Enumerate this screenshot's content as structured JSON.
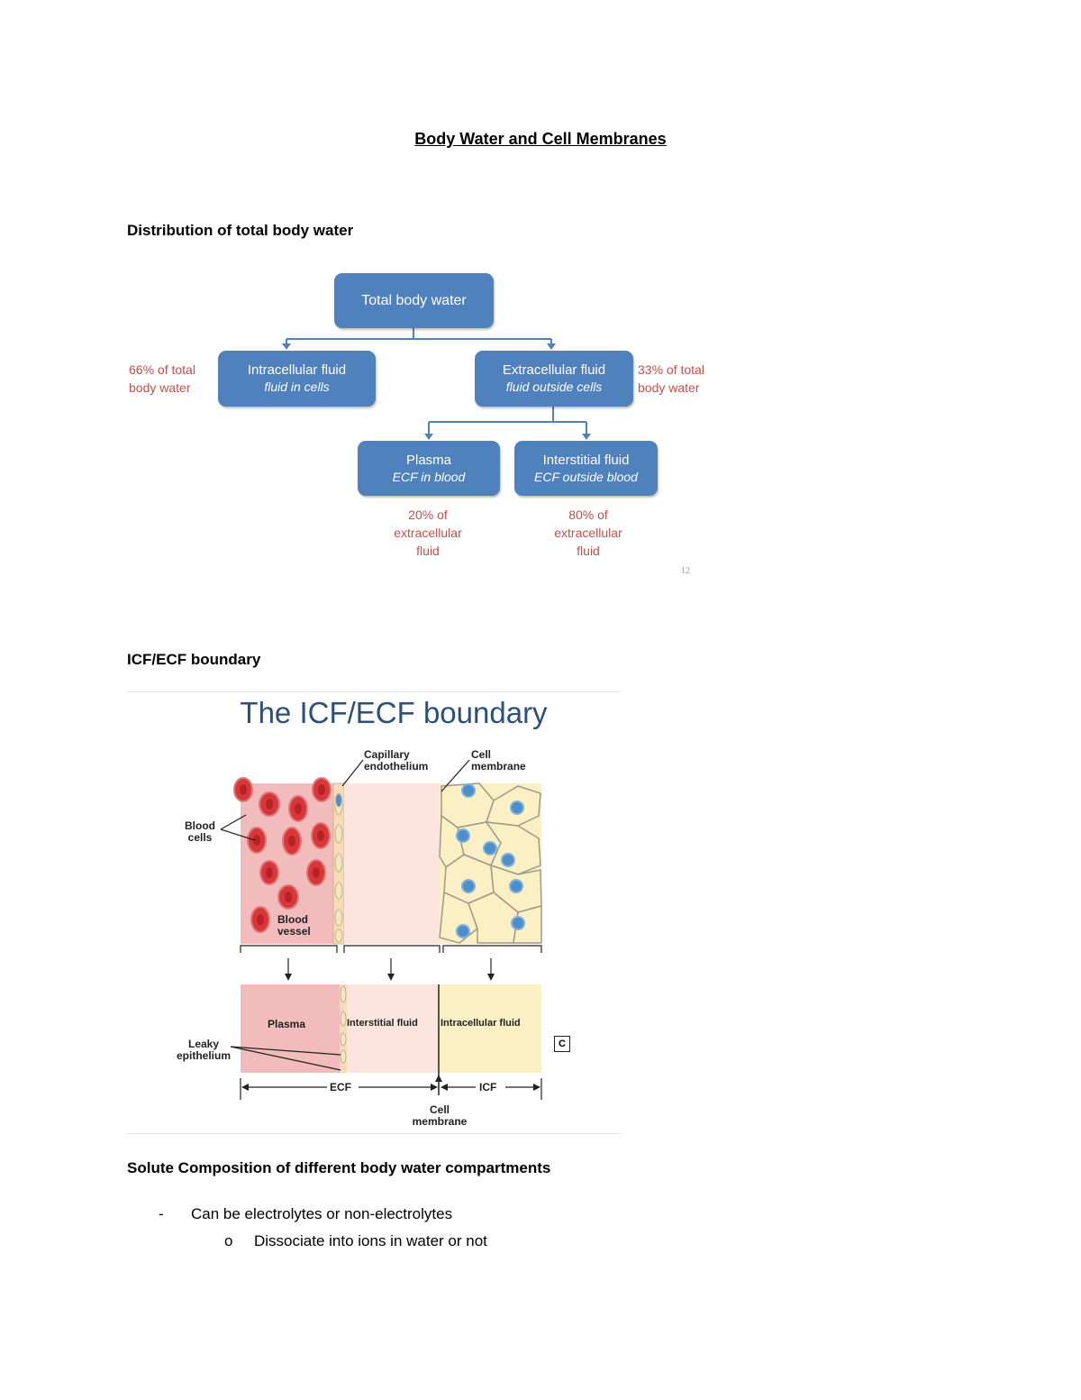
{
  "document": {
    "title": "Body Water and Cell Membranes",
    "sections": {
      "distribution": {
        "heading": "Distribution of total body water"
      },
      "boundary": {
        "heading": "ICF/ECF boundary"
      },
      "solute": {
        "heading": "Solute Composition of different body water compartments",
        "bullet_marker": "-",
        "bullet_text": "Can be electrolytes or non-electrolytes",
        "sub_bullet_marker": "o",
        "sub_bullet_text": "Dissociate into ions in water or not"
      }
    }
  },
  "flowchart": {
    "total": {
      "label": "Total body water"
    },
    "icf": {
      "label": "Intracellular fluid",
      "sub": "fluid in cells",
      "percent": [
        "66% of total",
        "body water"
      ]
    },
    "ecf": {
      "label": "Extracellular fluid",
      "sub": "fluid outside cells",
      "percent": [
        "33% of total",
        "body water"
      ]
    },
    "plasma": {
      "label": "Plasma",
      "sub": "ECF in blood",
      "percent": [
        "20% of",
        "extracellular",
        "fluid"
      ]
    },
    "interstitial": {
      "label": "Interstitial fluid",
      "sub": "ECF outside blood",
      "percent": [
        "80% of",
        "extracellular",
        "fluid"
      ]
    },
    "slide_number": "12",
    "colors": {
      "box": "#4f81bd",
      "percent_text": "#c0504d"
    }
  },
  "boundary_figure": {
    "title": "The ICF/ECF boundary",
    "labels": {
      "capillary_endothelium": [
        "Capillary",
        "endothelium"
      ],
      "cell_membrane_top": [
        "Cell",
        "membrane"
      ],
      "blood_cells": [
        "Blood",
        "cells"
      ],
      "blood_vessel": [
        "Blood",
        "vessel"
      ],
      "plasma": "Plasma",
      "interstitial_fluid": "Interstitial fluid",
      "intracellular_fluid": "Intracellular fluid",
      "leaky_epithelium": [
        "Leaky",
        "epithelium"
      ],
      "ecf": "ECF",
      "icf": "ICF",
      "cell_membrane_bottom": [
        "Cell",
        "membrane"
      ],
      "corner_mark": "C"
    },
    "colors": {
      "plasma": "#f2bcbc",
      "interstitial": "#fde4de",
      "intracellular": "#fbf0c4",
      "rbc": "#d8373a",
      "nucleus": "#4f8ec8",
      "title": "#2e4f78"
    }
  }
}
